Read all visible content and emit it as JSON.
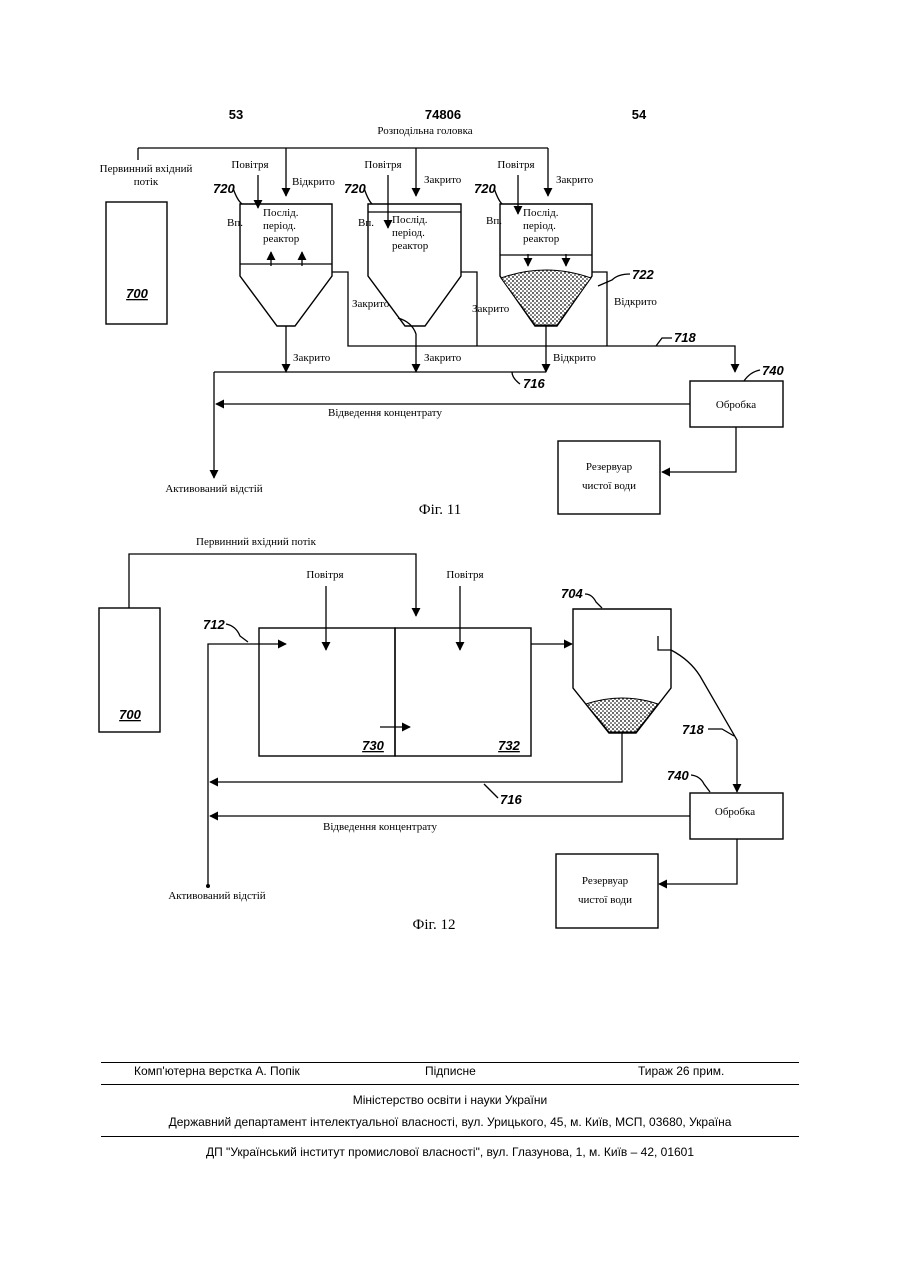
{
  "header": {
    "left_page": "53",
    "patent_number": "74806",
    "right_page": "54"
  },
  "fig11": {
    "caption": "Фіг. 11",
    "distribution_head": "Розподільна головка",
    "primary_inflow": [
      "Первинний вхідний",
      "потік"
    ],
    "tank_ref": "700",
    "reactor_ref": "720",
    "air": "Повітря",
    "inlet": "Вп.",
    "reactor_label": [
      "Послід.",
      "період.",
      "реактор"
    ],
    "open": "Відкрито",
    "closed": "Закрито",
    "ref_722": "722",
    "ref_718": "718",
    "ref_716": "716",
    "ref_740": "740",
    "treatment": "Обробка",
    "concentrate_removal": "Відведення концентрату",
    "activated_sludge": "Активований відстій",
    "clean_water_tank": [
      "Резервуар",
      "чистої води"
    ]
  },
  "fig12": {
    "caption": "Фіг. 12",
    "primary_inflow": "Первинний вхідний потік",
    "air": "Повітря",
    "ref_704": "704",
    "ref_712": "712",
    "tank_ref": "700",
    "ref_730": "730",
    "ref_732": "732",
    "ref_718": "718",
    "ref_740": "740",
    "ref_716": "716",
    "treatment": "Обробка",
    "concentrate_removal": "Відведення концентрату",
    "activated_sludge": "Активований відстій",
    "clean_water_tank": [
      "Резервуар",
      "чистої води"
    ]
  },
  "footer": {
    "layout_by": "Комп'ютерна верстка А. Попік",
    "signed": "Підписне",
    "circulation": "Тираж 26 прим.",
    "ministry": "Міністерство освіти і науки України",
    "department": "Державний департамент інтелектуальної власності, вул. Урицького, 45, м. Київ, МСП, 03680, Україна",
    "institute": "ДП \"Український інститут промислової власності\", вул. Глазунова, 1, м. Київ – 42, 01601"
  }
}
